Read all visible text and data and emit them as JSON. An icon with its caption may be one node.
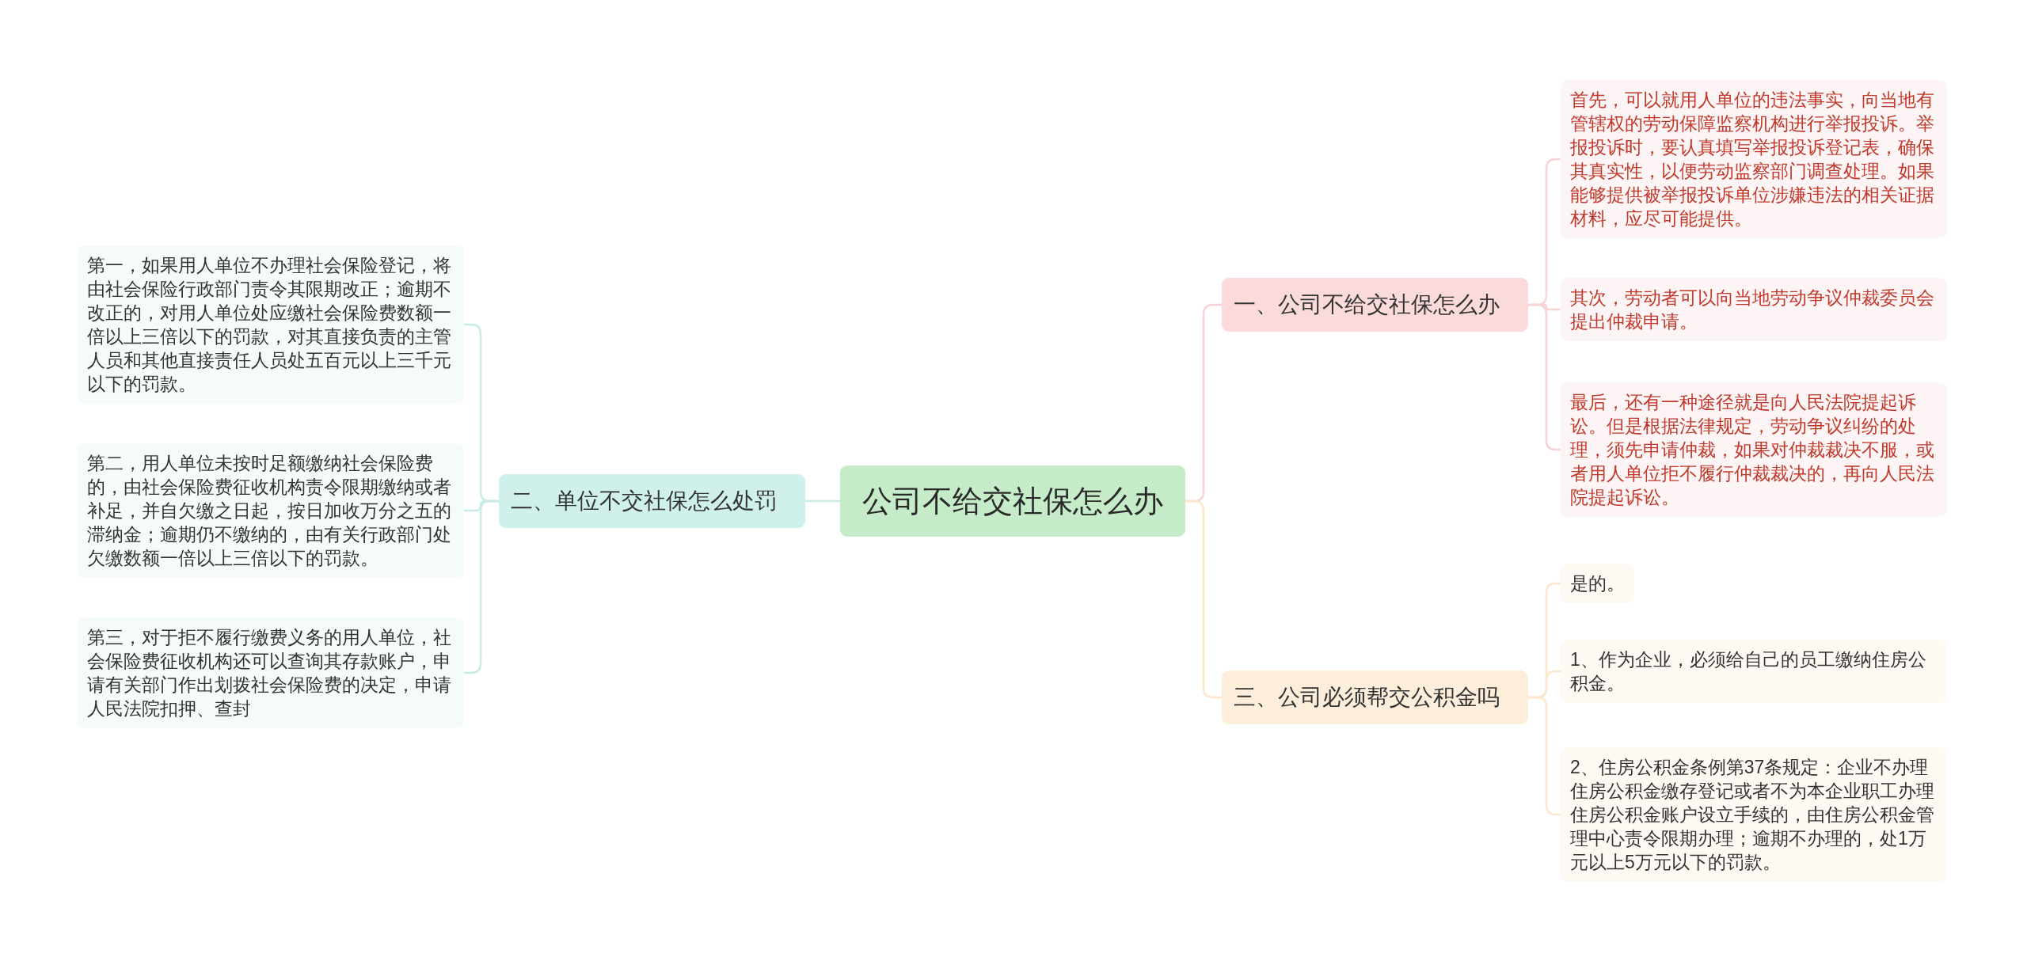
{
  "diagram": {
    "nodes": [
      {
        "text": [
          "公司不给交社保怎么办"
        ]
      },
      {
        "text": [
          "一、公司不给交社保怎么办"
        ]
      },
      {
        "text": [
          "首先，可以就用人单位的违法事实，向当地有管辖权的劳动保障监察机构进行举报投诉。举报投诉时，要认真填写举报投诉登记表，确保其真实性，以便劳动监察部门调查处理。如果能够提供被举报投诉单位涉嫌违法的相关证据材料，应尽可能提供。"
        ]
      },
      {
        "text": [
          "其次，劳动者可以向当地劳动争议仲裁委员会提出仲裁申请。"
        ]
      },
      {
        "text": [
          "最后，还有一种途径就是向人民法院提起诉讼。但是根据法律规定，劳动争议纠纷的处理，须先申请仲裁，如果对仲裁裁决不服，或者用人单位拒不履行仲裁裁决的，再向人民法院提起诉讼。"
        ]
      },
      {
        "text": [
          "二、单位不交社保怎么处罚"
        ]
      },
      {
        "text": [
          "第一，如果用人单位不办理社会保险登记，将由社会保险行政部门责令其限期改正；逾期不改正的，对用人单位处应缴社会保险费数额一倍以上三倍以下的罚款，对其直接负责的主管人员和其他直接责任人员处五百元以上三千元以下的罚款。"
        ]
      },
      {
        "text": [
          "第二，用人单位未按时足额缴纳社会保险费的，由社会保险费征收机构责令限期缴纳或者补足，并自欠缴之日起，按日加收万分之五的滞纳金；逾期仍不缴纳的，由有关行政部门处欠缴数额一倍以上三倍以下的罚款。"
        ]
      },
      {
        "text": [
          "第三，对于拒不履行缴费义务的用人单位，社会保险费征收机构还可以查询其存款账户，申请有关部门作出划拨社会保险费的决定，申请人民法院扣押、查封"
        ]
      },
      {
        "text": [
          "三、公司必须帮交公积金吗"
        ]
      },
      {
        "text": [
          "是的。"
        ]
      },
      {
        "text": [
          "1、作为企业，必须给自己的员工缴纳住房公积金。"
        ]
      },
      {
        "text": [
          "2、住房公积金条例第37条规定：企业不办理住房公积金缴存登记或者不为本企业职工办理住房公积金账户设立手续的，由住房公积金管理中心责令限期办理；逾期不办理的，处1万元以上5万元以下的罚款。"
        ]
      }
    ],
    "edges": [
      {
        "from": 0,
        "to": 1,
        "arrow": "none",
        "color": "#f8d3d3"
      },
      {
        "from": 1,
        "to": 2,
        "arrow": "none",
        "color": "#f8d3d3"
      },
      {
        "from": 1,
        "to": 3,
        "arrow": "none",
        "color": "#f8d3d3"
      },
      {
        "from": 1,
        "to": 4,
        "arrow": "none",
        "color": "#f8d3d3"
      },
      {
        "from": 0,
        "to": 5,
        "arrow": "none",
        "color": "#c6ece5"
      },
      {
        "from": 5,
        "to": 6,
        "arrow": "none",
        "color": "#c6ece5"
      },
      {
        "from": 5,
        "to": 7,
        "arrow": "none",
        "color": "#c6ece5"
      },
      {
        "from": 5,
        "to": 8,
        "arrow": "none",
        "color": "#c6ece5"
      },
      {
        "from": 0,
        "to": 9,
        "arrow": "none",
        "color": "#fde6cc"
      },
      {
        "from": 9,
        "to": 10,
        "arrow": "none",
        "color": "#fde6cc"
      },
      {
        "from": 9,
        "to": 11,
        "arrow": "none",
        "color": "#fde6cc"
      },
      {
        "from": 9,
        "to": 12,
        "arrow": "none",
        "color": "#fde6cc"
      }
    ]
  }
}
